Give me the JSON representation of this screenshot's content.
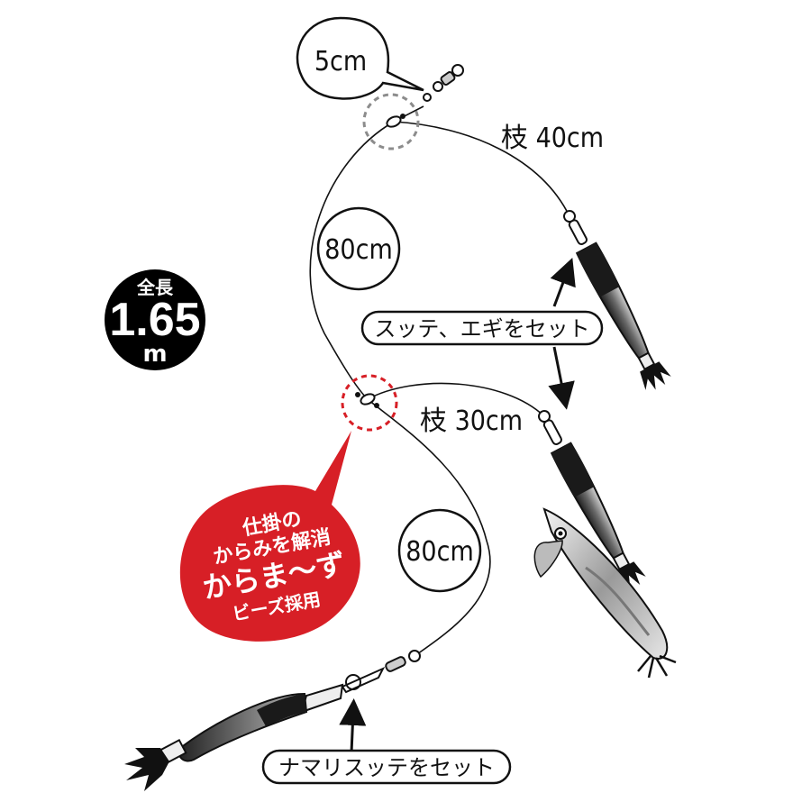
{
  "labels": {
    "length_5cm": "5cm",
    "branch_40": "枝 40cm",
    "length_80_top": "80cm",
    "length_80_bottom": "80cm",
    "branch_30": "枝 30cm",
    "set_sutte_egi": "スッテ、エギをセット",
    "set_namari": "ナマリスッテをセット"
  },
  "total_length": {
    "label": "全長",
    "value": "1.65",
    "unit": "m"
  },
  "feature_badge": {
    "line1": "仕掛の",
    "line2": "からみを解消",
    "line3": "からま～ず",
    "line4": "ビーズ採用"
  },
  "colors": {
    "badge_red": "#d71f26",
    "badge_black": "#000000",
    "dashed_gray": "#8c8c8c",
    "dashed_red": "#d71f26"
  }
}
